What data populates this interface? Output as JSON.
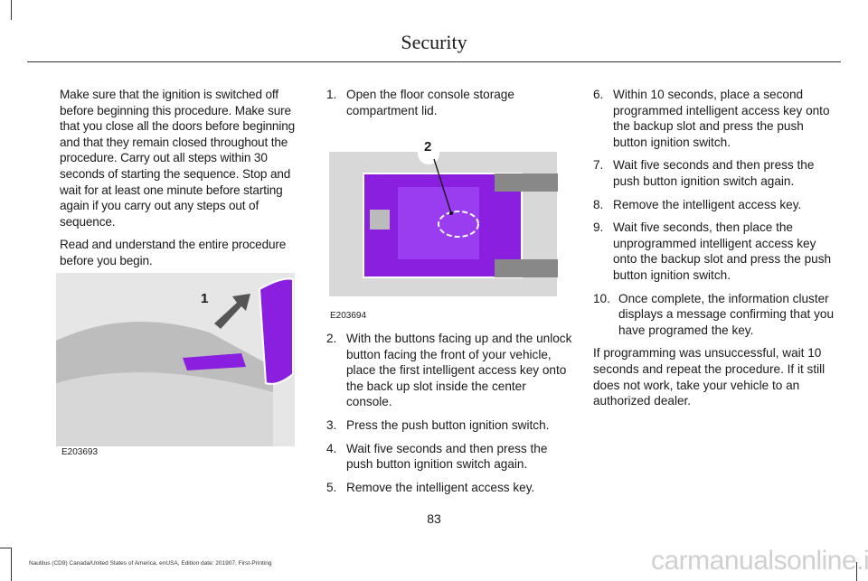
{
  "header": {
    "title": "Security"
  },
  "col1": {
    "para1": "Make sure that the ignition is switched off before beginning this procedure.  Make sure that you close all the doors before beginning and that they remain closed throughout the procedure.  Carry out all steps within 30 seconds of starting the sequence.  Stop and wait for at least one minute before starting again if you carry out any steps out of sequence.",
    "para2": "Read and understand the entire procedure before you begin.",
    "figure": {
      "callout": "1",
      "caption": "E203693"
    }
  },
  "col2": {
    "steps": [
      {
        "n": "1.",
        "text": "Open the floor console storage compartment lid."
      },
      {
        "n": "2.",
        "text": "With the buttons facing up and the unlock button facing the front of your vehicle, place the first intelligent access key onto the back up slot inside the center console."
      },
      {
        "n": "3.",
        "text": "Press the push button ignition switch."
      },
      {
        "n": "4.",
        "text": "Wait five seconds and then press the push button ignition switch again."
      },
      {
        "n": "5.",
        "text": "Remove the intelligent access key."
      }
    ],
    "figure": {
      "callout": "2",
      "caption": "E203694"
    }
  },
  "col3": {
    "steps": [
      {
        "n": "6.",
        "text": "Within 10 seconds, place a second programmed intelligent access key onto the backup slot and press the push button ignition switch."
      },
      {
        "n": "7.",
        "text": "Wait five seconds and then press the push button ignition switch again."
      },
      {
        "n": "8.",
        "text": "Remove the intelligent access key."
      },
      {
        "n": "9.",
        "text": "Wait five seconds, then place the unprogrammed intelligent access key onto the backup slot and press the push button ignition switch."
      },
      {
        "n": "10.",
        "text": "Once complete, the information cluster displays a message confirming that you have programed the key."
      }
    ],
    "para": "If programming was unsuccessful, wait 10 seconds and repeat the procedure. If it still does not work, take your vehicle to an authorized dealer."
  },
  "footer": {
    "page": "83",
    "edition": "Nautilus (CD9) Canada/United States of America, enUSA, Edition date: 201907, First-Printing",
    "watermark": "carmanualsonline.info"
  },
  "colors": {
    "highlight": "#8a1fe0",
    "grey": "#c8c8c8"
  }
}
